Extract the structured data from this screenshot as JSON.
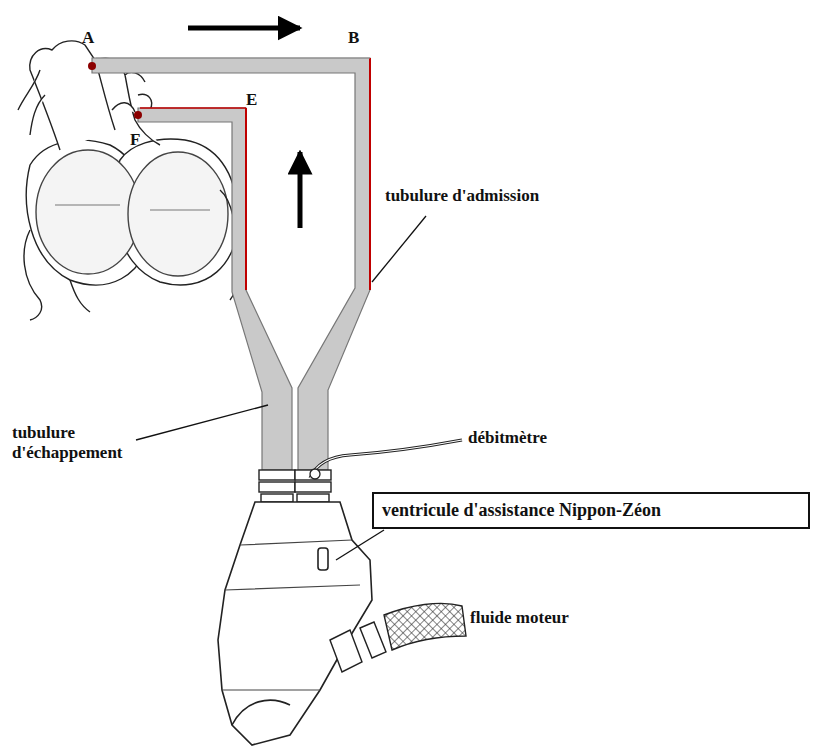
{
  "diagram": {
    "nodes": [
      {
        "text": [
          "ventricule d'assistance Nippon-Zéon"
        ]
      }
    ],
    "labels": [
      "A",
      "B",
      "F",
      "E",
      "tubulure d'admission",
      "tubulure d'échappement",
      "débitmètre",
      "fluide moteur"
    ]
  }
}
